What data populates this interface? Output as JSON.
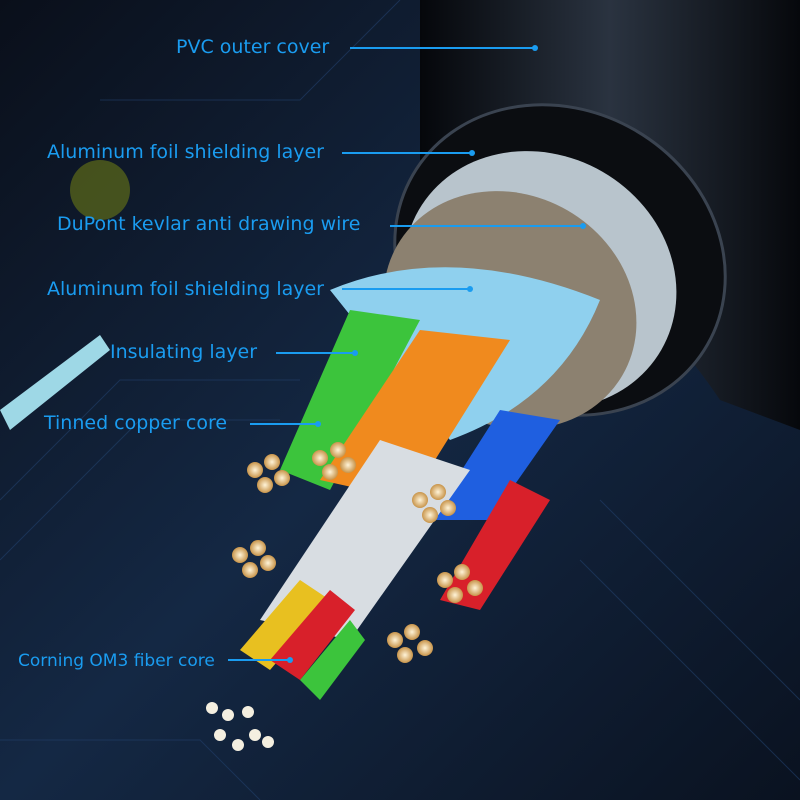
{
  "labels": [
    {
      "text": "PVC outer cover"
    },
    {
      "text": "Aluminum foil shielding layer"
    },
    {
      "text": "DuPont kevlar anti drawing wire"
    },
    {
      "text": "Aluminum foil shielding layer"
    },
    {
      "text": "Insulating layer"
    },
    {
      "text": "Tinned copper core"
    },
    {
      "text": "Corning OM3 fiber core"
    }
  ],
  "colors": {
    "label": "#1a9cf0",
    "background": "#0b1322",
    "wire_green": "#3cc43c",
    "wire_orange": "#f08a1e",
    "wire_blue": "#1f5fe0",
    "wire_red": "#d8202a",
    "wire_yellow": "#e8c020",
    "foil": "#8fd0ee"
  }
}
